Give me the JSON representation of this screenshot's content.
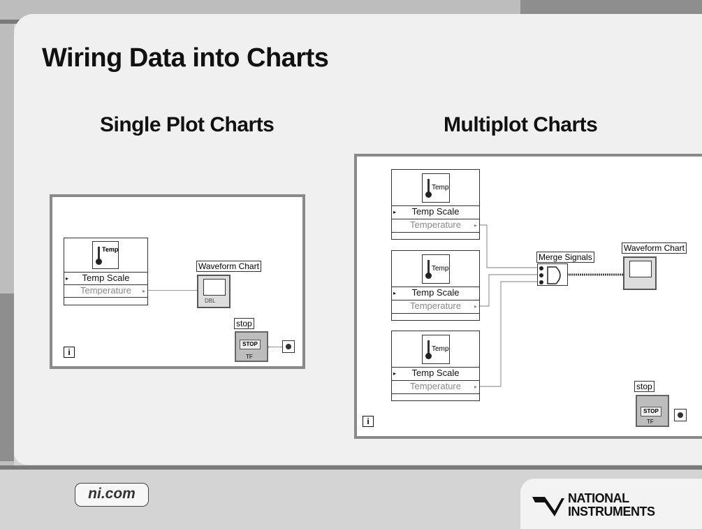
{
  "slide": {
    "title": "Wiring Data into Charts",
    "left_heading": "Single Plot Charts",
    "right_heading": "Multiplot Charts",
    "footer_link": "ni.com",
    "logo_line1": "NATIONAL",
    "logo_line2": "INSTRUMENTS"
  },
  "single": {
    "subvi_label": "Temp",
    "row_scale": "Temp Scale",
    "row_temp": "Temperature",
    "chart_label": "Waveform Chart",
    "chart_type": "DBL",
    "stop_label": "stop",
    "stop_button": "STOP",
    "stop_tf": "TF",
    "iteration": "i"
  },
  "multi": {
    "subvis": [
      {
        "label": "Temp",
        "row_scale": "Temp Scale",
        "row_temp": "Temperature"
      },
      {
        "label": "Temp",
        "row_scale": "Temp Scale",
        "row_temp": "Temperature"
      },
      {
        "label": "Temp",
        "row_scale": "Temp Scale",
        "row_temp": "Temperature"
      }
    ],
    "merge_label": "Merge Signals",
    "chart_label": "Waveform Chart",
    "stop_label": "stop",
    "stop_button": "STOP",
    "stop_tf": "TF",
    "iteration": "i"
  },
  "colors": {
    "loop_border": "#8a8a8a",
    "background": "#f0f0f0"
  }
}
